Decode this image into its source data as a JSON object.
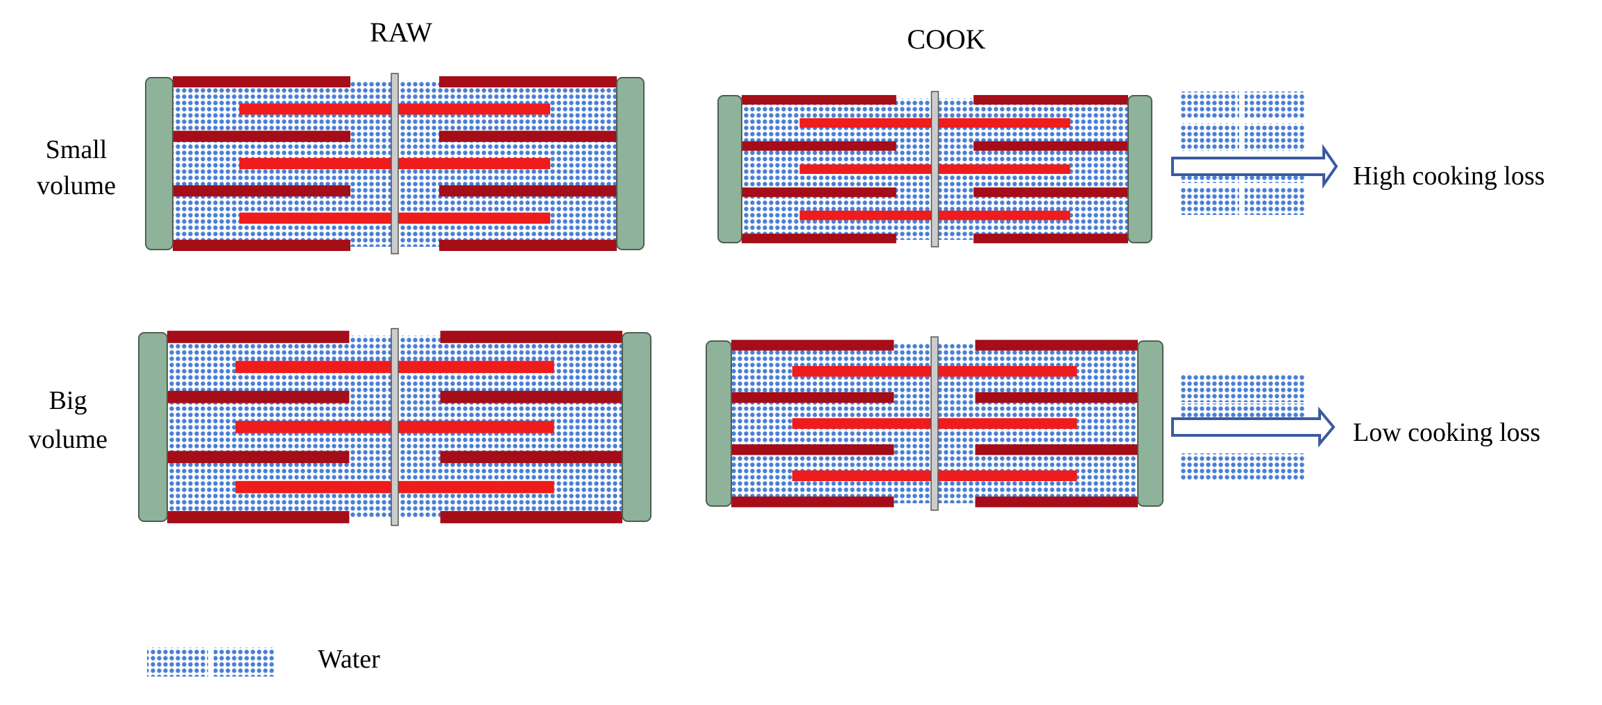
{
  "headers": {
    "raw": "RAW",
    "cook": "COOK"
  },
  "rows": [
    {
      "label_line1": "Small",
      "label_line2": "volume",
      "outcome": "High cooking loss",
      "released_water_blocks": 8
    },
    {
      "label_line1": "Big",
      "label_line2": "volume",
      "outcome": "Low cooking loss",
      "released_water_blocks": 3
    }
  ],
  "legend": {
    "water": "Water"
  },
  "colors": {
    "thick_filament": "#a50d18",
    "thin_filament": "#ee1c1c",
    "water_dot": "#4a7fd4",
    "z_disc_fill": "#8fb39a",
    "z_disc_stroke": "#4e5e52",
    "m_line": "#cccccc",
    "arrow_stroke": "#3b5aa0"
  }
}
